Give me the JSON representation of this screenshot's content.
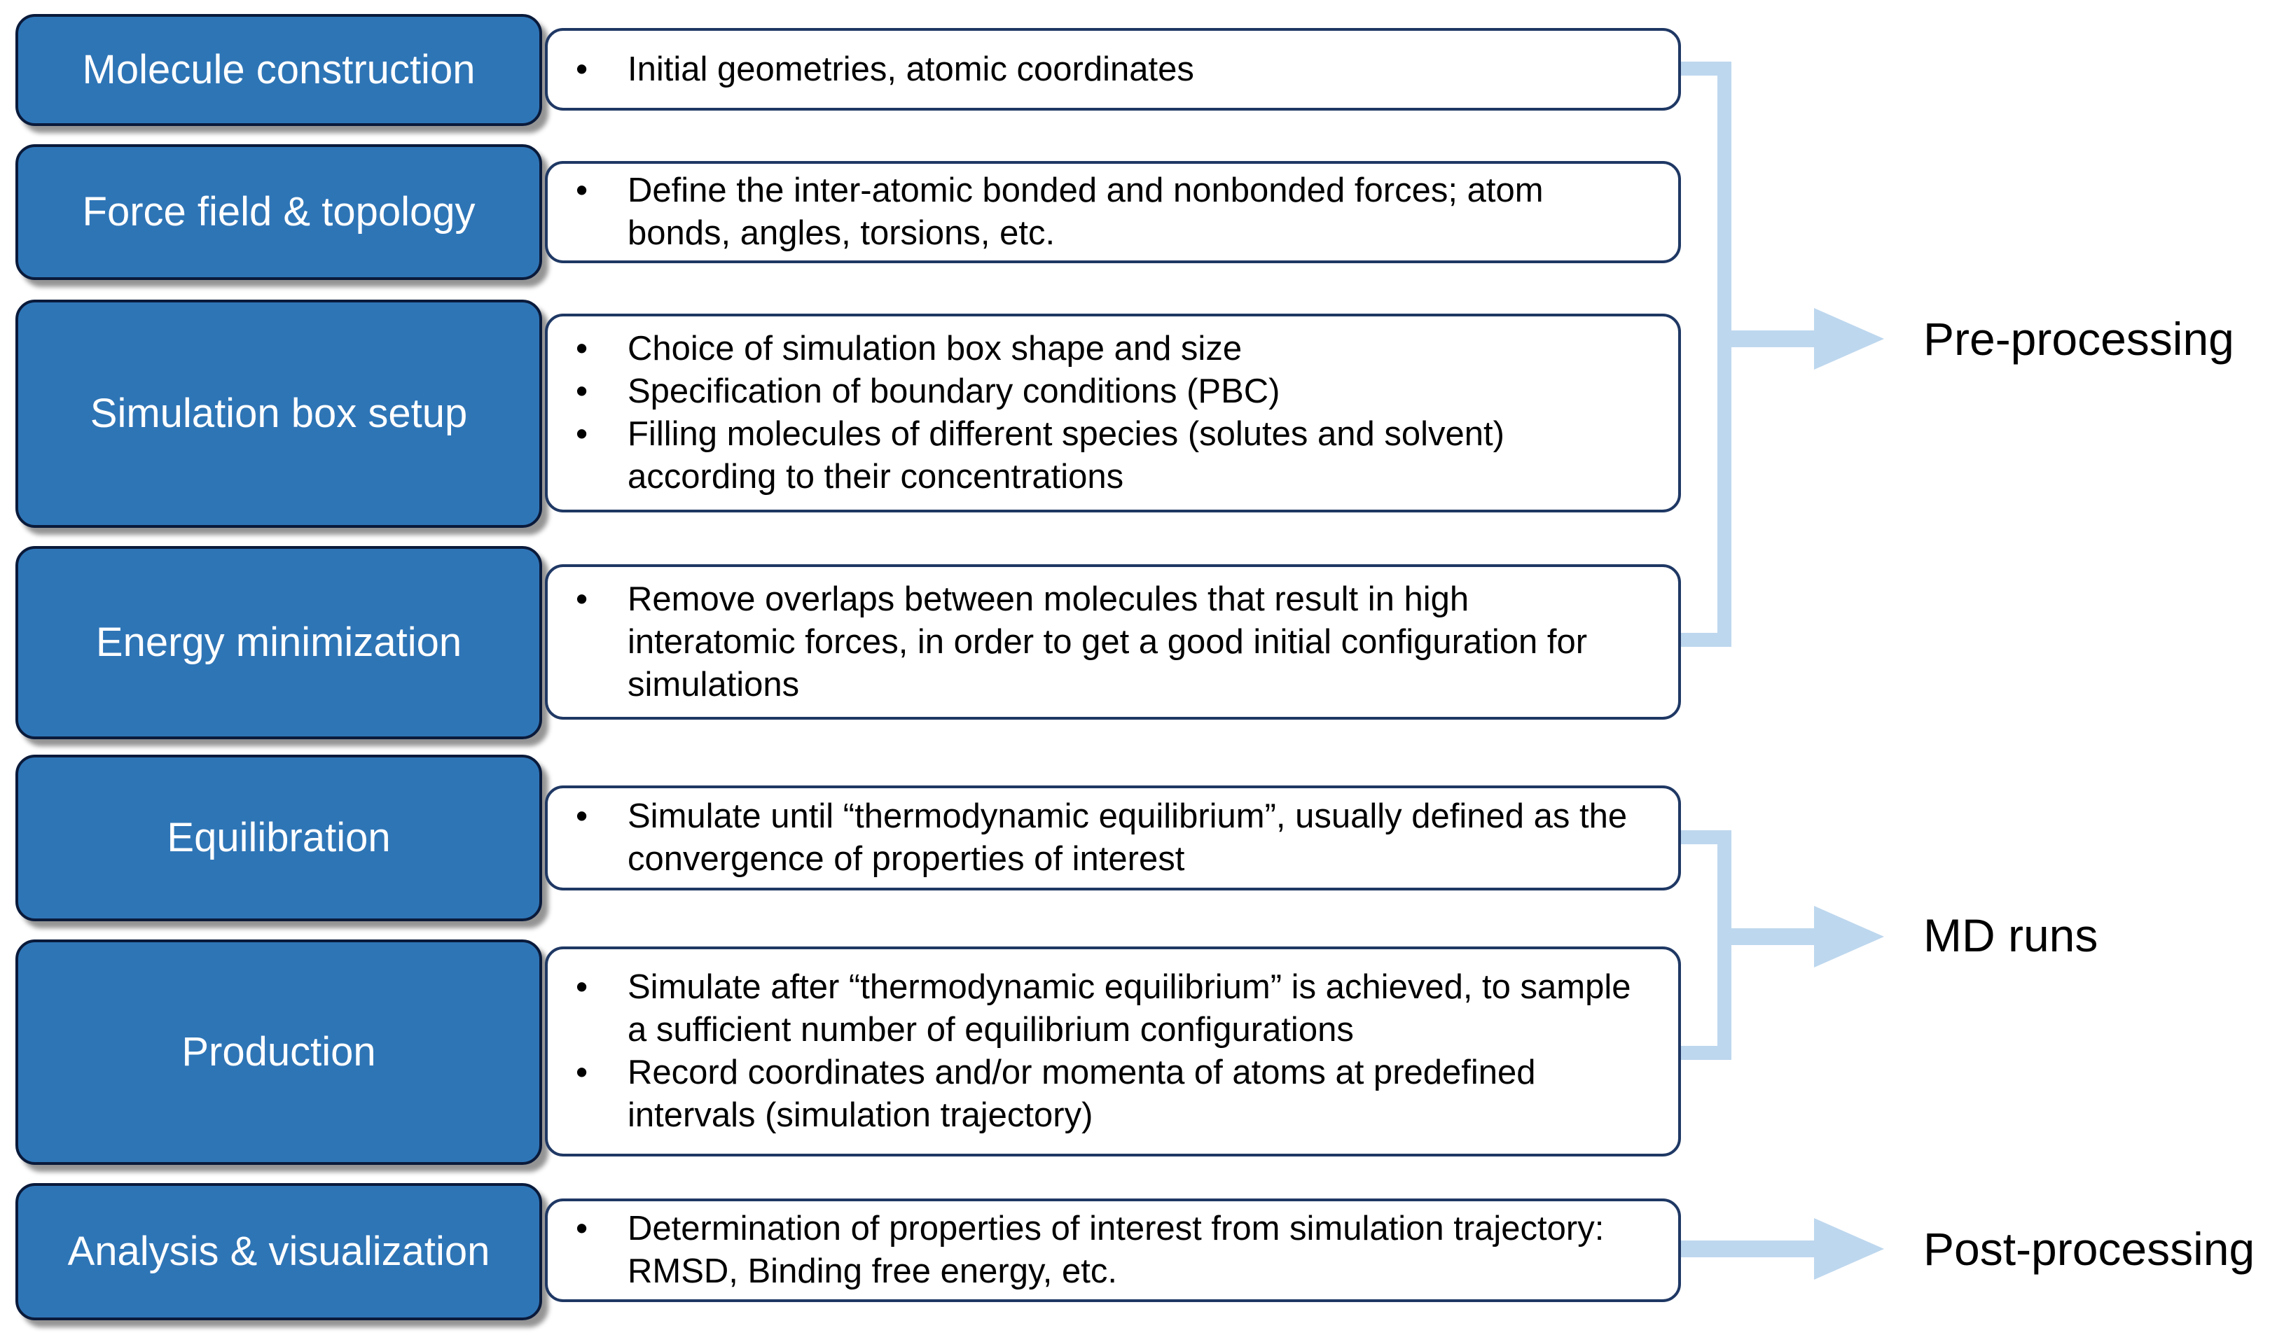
{
  "steps": [
    {
      "label": "Molecule construction",
      "bullets": [
        "Initial geometries, atomic coordinates"
      ]
    },
    {
      "label": "Force field & topology",
      "bullets": [
        "Define the inter-atomic bonded and nonbonded forces; atom bonds, angles, torsions, etc."
      ]
    },
    {
      "label": "Simulation box setup",
      "bullets": [
        "Choice of simulation box shape and size",
        "Specification of boundary conditions (PBC)",
        "Filling molecules of different species (solutes and solvent) according to their concentrations"
      ]
    },
    {
      "label": "Energy minimization",
      "bullets": [
        "Remove overlaps between molecules that result in high interatomic forces, in order to get a good initial configuration for simulations"
      ]
    },
    {
      "label": "Equilibration",
      "bullets": [
        "Simulate until “thermodynamic equilibrium”, usually defined as the convergence of properties of interest"
      ]
    },
    {
      "label": "Production",
      "bullets": [
        "Simulate after “thermodynamic equilibrium” is achieved, to sample a sufficient number of equilibrium configurations",
        "Record coordinates and/or momenta of atoms at predefined intervals (simulation trajectory)"
      ]
    },
    {
      "label": "Analysis & visualization",
      "bullets": [
        "Determination of properties of interest from simulation trajectory: RMSD, Binding free energy, etc."
      ]
    }
  ],
  "phases": {
    "pre_processing": "Pre-processing",
    "md_runs": "MD runs",
    "post_processing": "Post-processing"
  },
  "colors": {
    "step_fill": "#2e75b6",
    "step_border": "#0a1a3a",
    "desc_border": "#1f3864",
    "connector": "#bdd7ee"
  }
}
